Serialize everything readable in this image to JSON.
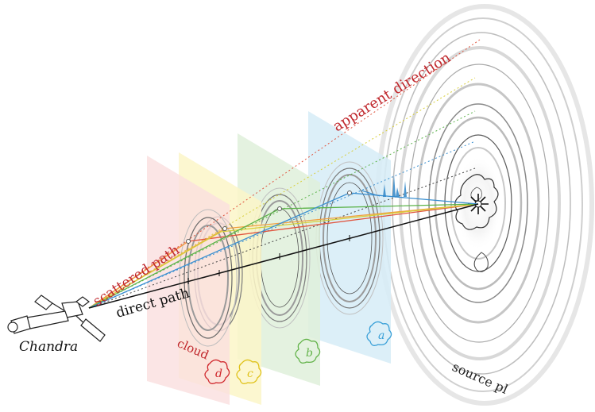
{
  "labels": {
    "spacecraft": "Chandra",
    "scattered_path": "scattered path",
    "direct_path": "direct path",
    "apparent_direction": "apparent direction",
    "cloud": "cloud",
    "source_plane": "source pl",
    "cloud_ids": [
      "a",
      "b",
      "c",
      "d"
    ]
  },
  "colors": {
    "cloud_a": "#d6ecf7",
    "cloud_b": "#dff0da",
    "cloud_c": "#fbf6c8",
    "cloud_d": "#fadede",
    "scattered_label": "#c0282d",
    "apparent_label": "#c0282d",
    "cloud_label": "#c0282d",
    "id_a": "#3aa0d8",
    "id_b": "#63b34a",
    "id_c": "#e0c21a",
    "id_d": "#d0282d",
    "ray_red": "#e0553f",
    "ray_orange": "#f0a040",
    "ray_yellow": "#d8cf3a",
    "ray_green": "#5cb34a",
    "ray_blue": "#3a8fd0",
    "direct": "#111111",
    "spectrum": "#2f86c8"
  }
}
